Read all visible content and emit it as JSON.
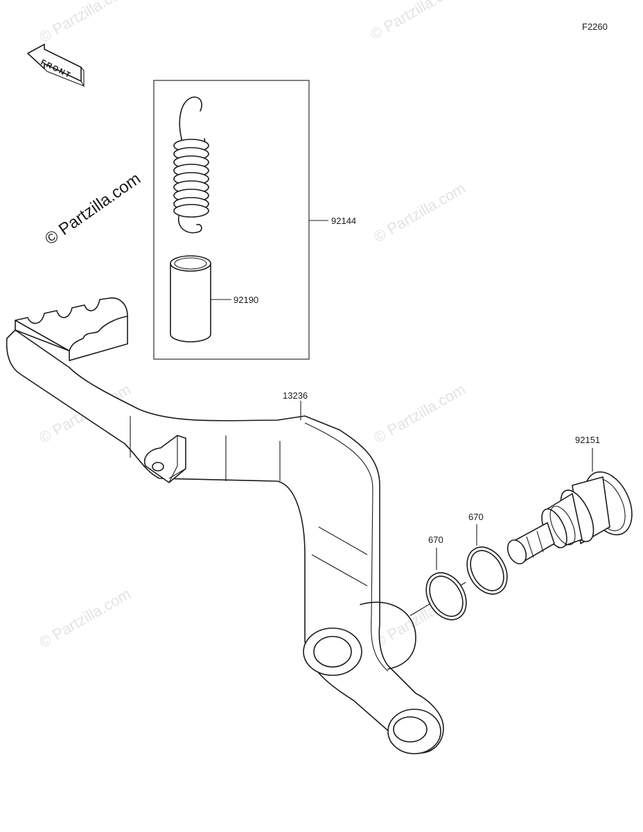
{
  "figure_code": "F2260",
  "front_label": "FRONT",
  "watermark_main": "© Partzilla.com",
  "watermark_faint": "© Partzilla.com",
  "parts": [
    {
      "number": "92144",
      "name": "spring"
    },
    {
      "number": "92190",
      "name": "collar"
    },
    {
      "number": "13236",
      "name": "brake-pedal"
    },
    {
      "number": "92151",
      "name": "pivot-bolt"
    },
    {
      "number": "670",
      "name": "o-ring-inner"
    },
    {
      "number": "670",
      "name": "o-ring-outer"
    }
  ],
  "colors": {
    "line": "#1a1a1a",
    "watermark": "#e3e3e3",
    "background": "#ffffff"
  }
}
